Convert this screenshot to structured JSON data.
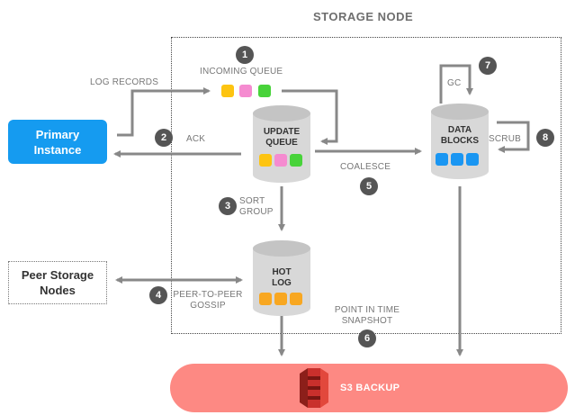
{
  "title": "STORAGE NODE",
  "primary_instance": "Primary\nInstance",
  "peer_nodes": "Peer Storage\nNodes",
  "labels": {
    "log_records": "LOG RECORDS",
    "incoming_queue": "INCOMING QUEUE",
    "ack": "ACK",
    "update_queue": "UPDATE\nQUEUE",
    "coalesce": "COALESCE",
    "data_blocks": "DATA\nBLOCKS",
    "gc": "GC",
    "scrub": "SCRUB",
    "sort_group": "SORT\nGROUP",
    "hot_log": "HOT\nLOG",
    "peer_gossip": "PEER-TO-PEER\nGOSSIP",
    "snapshot": "POINT IN TIME\nSNAPSHOT",
    "s3_backup": "S3 BACKUP"
  },
  "steps": [
    "1",
    "2",
    "3",
    "4",
    "5",
    "6",
    "7",
    "8"
  ],
  "colors": {
    "primary": "#159bf0",
    "s3": "#fd8983",
    "cylinder": "#d8d8d8",
    "yellow": "#fdc411",
    "pink": "#f58bd0",
    "green": "#48d33a",
    "orange": "#f8a721",
    "blue": "#1a96f2",
    "arrow": "#888888"
  },
  "icons": {
    "s3": "aws-s3-bucket-icon"
  }
}
